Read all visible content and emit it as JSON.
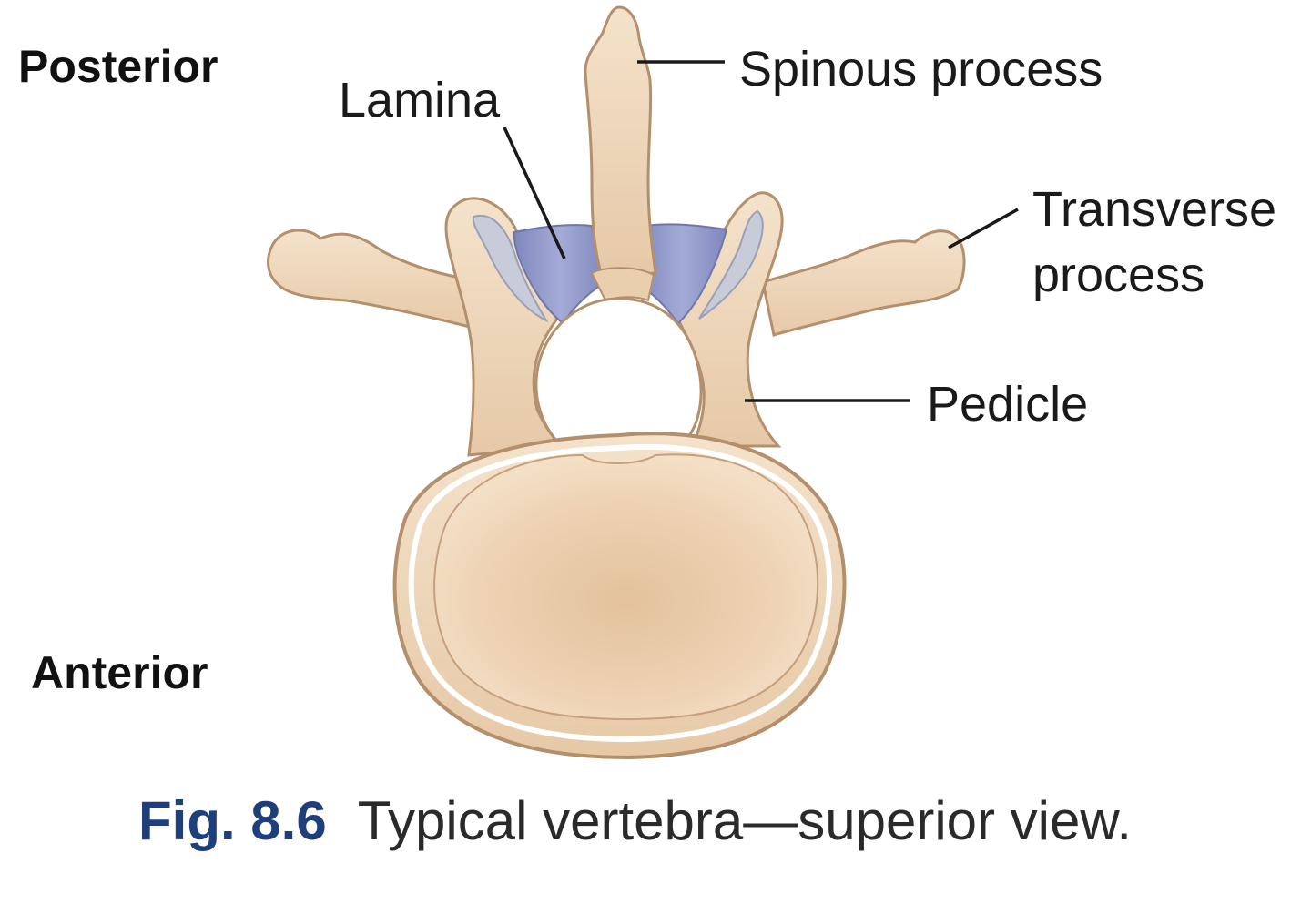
{
  "orientation": {
    "posterior": "Posterior",
    "anterior": "Anterior"
  },
  "labels": {
    "spinous_process": "Spinous process",
    "lamina": "Lamina",
    "transverse_process_line1": "Transverse",
    "transverse_process_line2": "process",
    "pedicle": "Pedicle"
  },
  "caption": {
    "number": "Fig. 8.6",
    "text": "Typical vertebra—superior view."
  },
  "colors": {
    "bone": "#eed7bc",
    "bone_outline": "#b48f6c",
    "lamina": "#8f97c8",
    "body_center": "#e3c19c",
    "figure_number": "#1f3f7a"
  }
}
